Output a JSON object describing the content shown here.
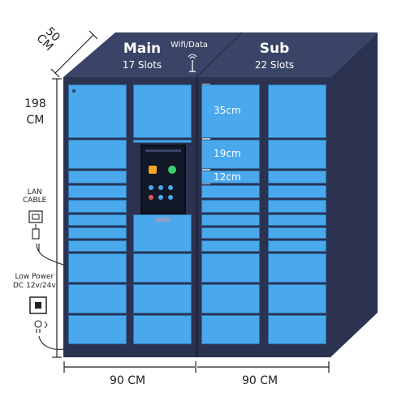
{
  "dimensions": {
    "depth": "50\nCM",
    "height": "198\nCM",
    "main_width": "90 CM",
    "sub_width": "90 CM"
  },
  "main": {
    "title": "Main",
    "slots": "17 Slots"
  },
  "sub": {
    "title": "Sub",
    "slots": "22 Slots"
  },
  "wifi": {
    "label": "Wifi/Data",
    "icon": "antenna-icon"
  },
  "compartments": {
    "c35": "35cm",
    "c19": "19cm",
    "c12": "12cm"
  },
  "lan": {
    "label": "LAN\nCABLE",
    "icon": "ethernet-port-icon"
  },
  "power": {
    "label": "Low Power\nDC 12v/24v",
    "icon": "power-socket-icon"
  },
  "colors": {
    "cabinet": "#2b3350",
    "cabinet_top": "#3a4466",
    "door": "#4aa8ec",
    "door_edge": "#2d6fa8",
    "screen": "#111827"
  }
}
